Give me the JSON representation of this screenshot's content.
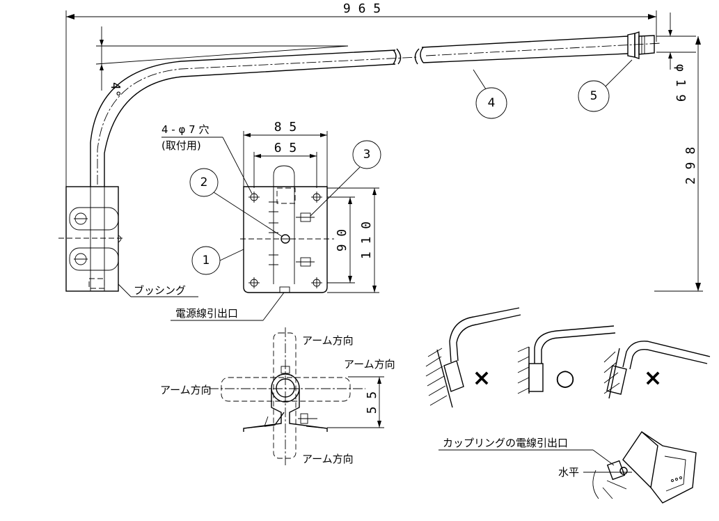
{
  "dimensions": {
    "overall_width": "9 6 5",
    "overall_height": "2 9 8",
    "angle": "4°",
    "pipe_diameter": "φ 1 9",
    "plate_width": "8 5",
    "hole_pitch_horizontal": "6 5",
    "plate_height": "1 1 0",
    "hole_pitch_vertical": "9 0",
    "clamp_offset": "5 5"
  },
  "labels": {
    "mount_holes_line1": "4 - φ 7 穴",
    "mount_holes_line2": "(取付用)",
    "bushing": "ブッシング",
    "cable_outlet": "電源線引出口",
    "arm_direction_top": "アーム方向",
    "arm_direction_right": "アーム方向",
    "arm_direction_left": "アーム方向",
    "arm_direction_bottom": "アーム方向",
    "coupling_outlet": "カップリングの電線引出口",
    "horizontal": "水平"
  },
  "callouts": {
    "c1": "1",
    "c2": "2",
    "c3": "3",
    "c4": "4",
    "c5": "5"
  },
  "marks": {
    "wrong_left": "×",
    "correct": "○",
    "wrong_right": "×"
  }
}
